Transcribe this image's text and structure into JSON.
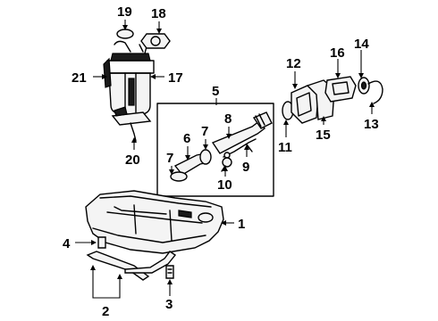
{
  "diagram": {
    "callouts": [
      {
        "id": "c1",
        "text": "1"
      },
      {
        "id": "c2",
        "text": "2"
      },
      {
        "id": "c3",
        "text": "3"
      },
      {
        "id": "c4",
        "text": "4"
      },
      {
        "id": "c5",
        "text": "5"
      },
      {
        "id": "c6",
        "text": "6"
      },
      {
        "id": "c7a",
        "text": "7"
      },
      {
        "id": "c7b",
        "text": "7"
      },
      {
        "id": "c8",
        "text": "8"
      },
      {
        "id": "c9",
        "text": "9"
      },
      {
        "id": "c10",
        "text": "10"
      },
      {
        "id": "c11",
        "text": "11"
      },
      {
        "id": "c12",
        "text": "12"
      },
      {
        "id": "c13",
        "text": "13"
      },
      {
        "id": "c14",
        "text": "14"
      },
      {
        "id": "c15",
        "text": "15"
      },
      {
        "id": "c16",
        "text": "16"
      },
      {
        "id": "c17",
        "text": "17"
      },
      {
        "id": "c18",
        "text": "18"
      },
      {
        "id": "c19",
        "text": "19"
      },
      {
        "id": "c20",
        "text": "20"
      },
      {
        "id": "c21",
        "text": "21"
      }
    ]
  }
}
